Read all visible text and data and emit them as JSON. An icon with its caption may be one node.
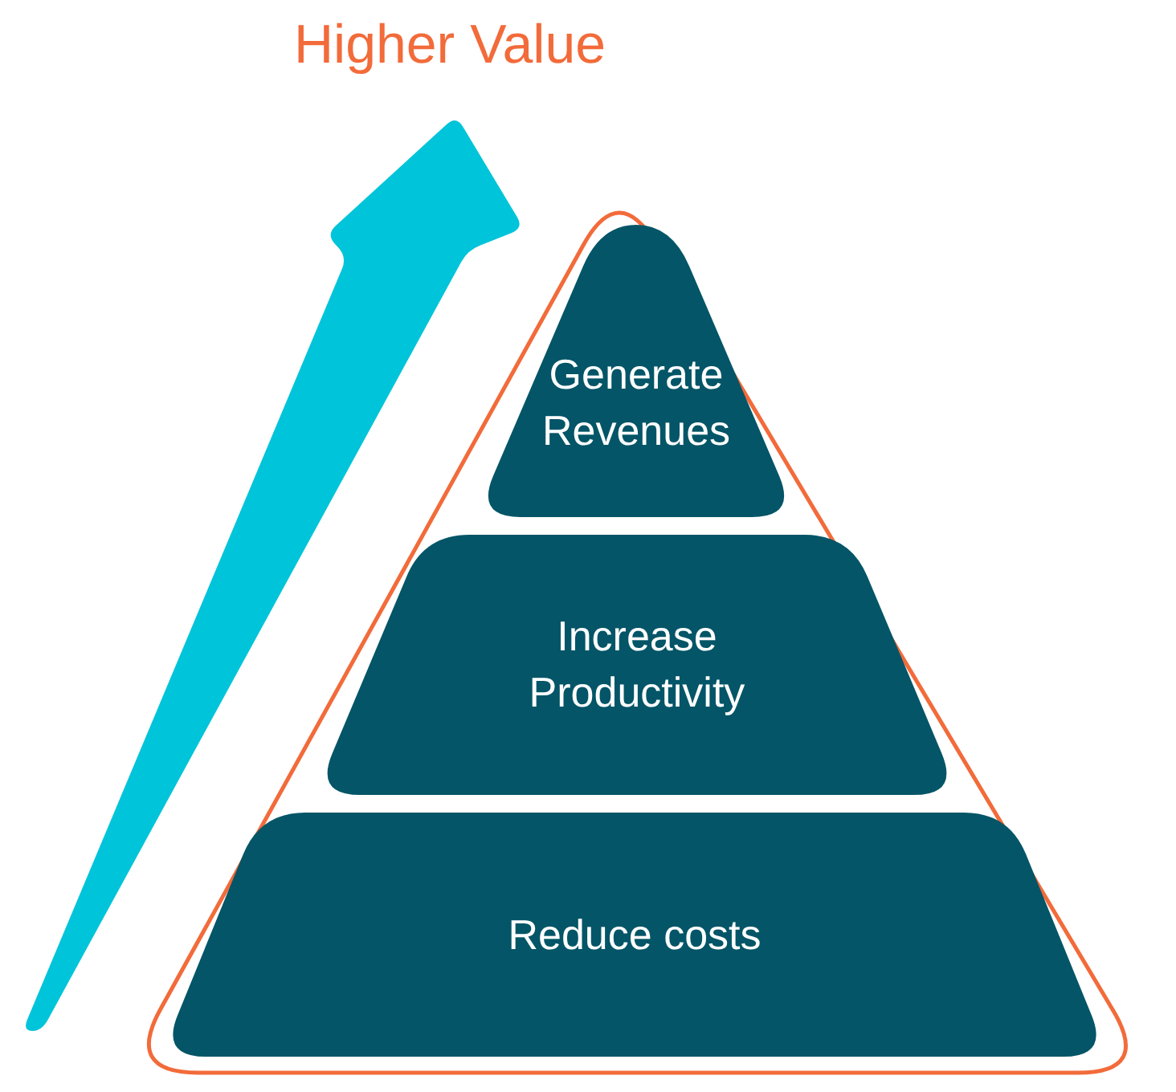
{
  "diagram": {
    "title": "Higher Value",
    "nodes": [
      {
        "text": [
          "Generate Revenues"
        ]
      },
      {
        "text": [
          "Increase Productivity"
        ]
      },
      {
        "text": [
          "Reduce costs"
        ]
      }
    ]
  }
}
